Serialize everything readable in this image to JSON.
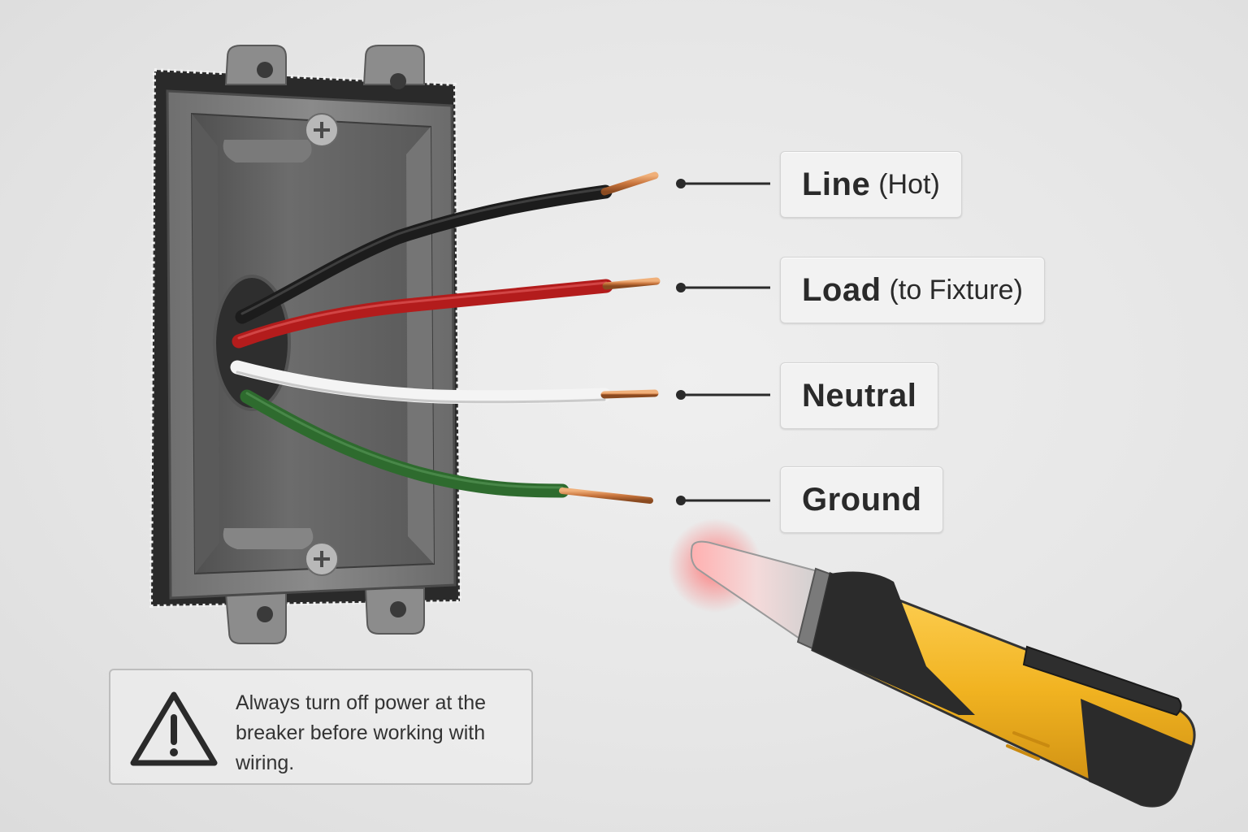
{
  "labels": [
    {
      "main": "Line",
      "sub": "(Hot)"
    },
    {
      "main": "Load",
      "sub": "(to Fixture)"
    },
    {
      "main": "Neutral",
      "sub": ""
    },
    {
      "main": "Ground",
      "sub": ""
    }
  ],
  "warning": {
    "icon": "warning-triangle-icon",
    "text": "Always turn off power at the breaker before working with wiring."
  },
  "wire_colors": {
    "line": "#1c1c1c",
    "load": "#b31c1c",
    "neutral": "#f4f4f4",
    "ground": "#2e6b2e"
  },
  "accent_colors": {
    "tester_body": "#f1b321",
    "tester_grip": "#2b2b2b",
    "tester_tip_glow": "#ff8a8a",
    "copper": "#c8743c"
  }
}
